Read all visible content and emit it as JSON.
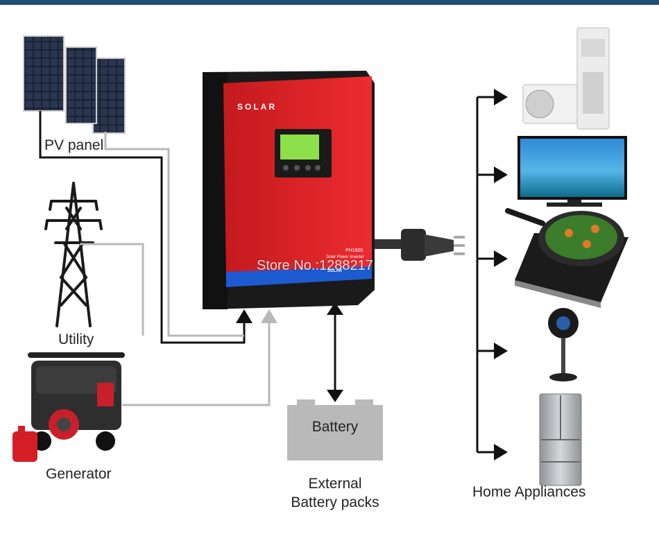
{
  "nodes": {
    "pv_panel": "PV panel",
    "utility": "Utility",
    "generator": "Generator",
    "battery": "Battery",
    "external_battery": "External\nBattery packs",
    "home_appliances": "Home Appliances"
  },
  "inverter": {
    "brand": "SOLAR",
    "model": "PH1800",
    "subtitle": "Solar Power Inverter",
    "badge": "SOLAR"
  },
  "watermark": "Store No.:1288217",
  "appliances": [
    "air-conditioner",
    "television",
    "induction-cooker",
    "stand-fan",
    "refrigerator"
  ],
  "colors": {
    "inverter_red": "#e0262a",
    "inverter_black": "#1a1a1a",
    "accent_blue": "#1e5bd1",
    "lcd_green": "#8de04a",
    "dark_wire": "#111111",
    "light_wire": "#b8b8b8",
    "battery_gray": "#b9b9b9"
  }
}
